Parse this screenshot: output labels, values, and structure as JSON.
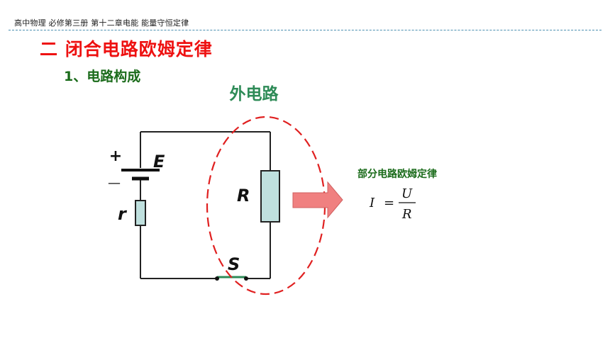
{
  "header": {
    "breadcrumb": "高中物理  必修第三册 第十二章电能 能量守恒定律"
  },
  "section": {
    "title": "二  闭合电路欧姆定律",
    "subtitle": "1、电路构成"
  },
  "diagram": {
    "outer_circuit_label": "外电路",
    "emf_label": "E",
    "plus_sign": "+",
    "minus_sign": "—",
    "internal_resistance_label": "r",
    "resistor_label": "R",
    "switch_label": "S",
    "colors": {
      "outer_label": "#2e8b57",
      "dashed_ellipse": "#e02020",
      "resistor_fill": "#bfe0de",
      "arrow_fill": "#f08080",
      "switch_bar": "#2e8b57"
    }
  },
  "law": {
    "title": "部分电路欧姆定律",
    "lhs": "I",
    "equals": "=",
    "numerator": "U",
    "denominator": "R"
  }
}
